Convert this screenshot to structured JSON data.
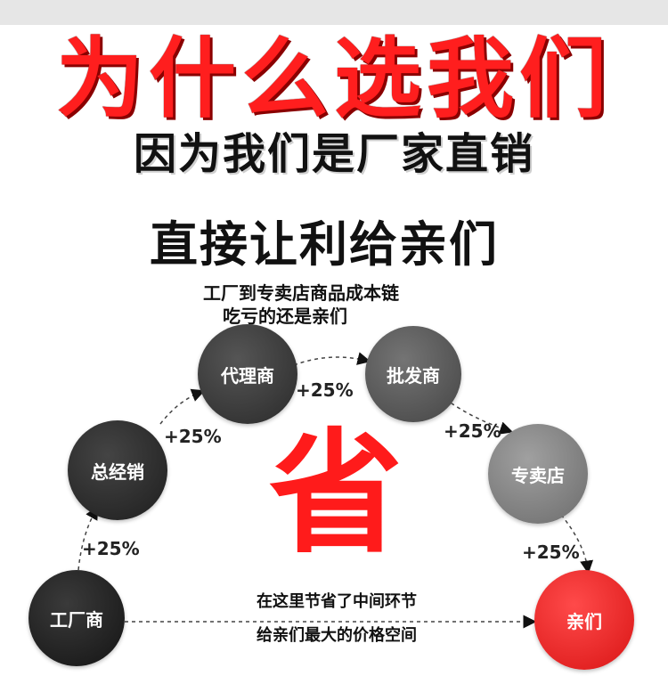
{
  "headline": "为什么选我们",
  "subline": "因为我们是厂家直销",
  "tagline": "直接让利给亲们",
  "note": {
    "line1": "工厂到专卖店商品成本链",
    "line2": "吃亏的还是亲们"
  },
  "center_char": "省",
  "nodes": {
    "factory": "工厂商",
    "general": "总经销",
    "agent": "代理商",
    "wholesale": "批发商",
    "store": "专卖店",
    "customer": "亲们"
  },
  "markups": {
    "m1": "+25%",
    "m2": "+25%",
    "m3": "+25%",
    "m4": "+25%",
    "m5": "+25%"
  },
  "bottom": {
    "line1": "在这里节省了中间环节",
    "line2": "给亲们最大的价格空间"
  },
  "colors": {
    "headline_red": "#ff1e1e",
    "customer_red": "#e41b1b",
    "factory_dark": "#1c1c1c",
    "general_dark": "#262626",
    "agent_gray": "#3a3a3a",
    "wholesale_gray": "#555555",
    "store_gray": "#7f7f7f"
  }
}
